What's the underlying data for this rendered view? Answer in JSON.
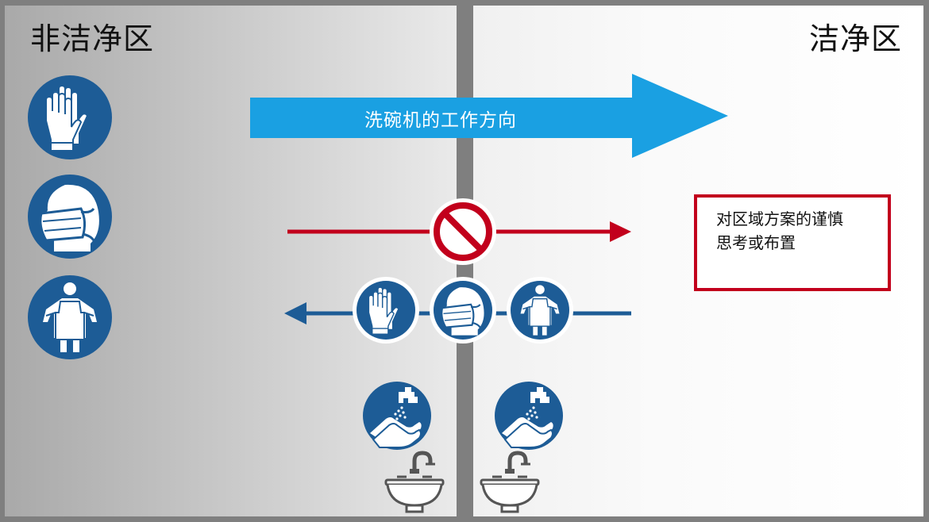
{
  "zones": {
    "unclean_label": "非洁净区",
    "clean_label": "洁净区"
  },
  "flow": {
    "direction_label": "洗碗机的工作方向"
  },
  "note": {
    "line1": "对区域方案的谨慎",
    "line2": "思考或布置"
  },
  "icons": {
    "left_column": [
      "gloves-icon",
      "face-mask-icon",
      "apron-icon"
    ],
    "return_row": [
      "gloves-icon",
      "face-mask-icon",
      "apron-icon"
    ],
    "hand_wash": [
      "hand-wash-icon",
      "hand-wash-icon"
    ],
    "sinks": [
      "sink-icon",
      "sink-icon"
    ],
    "prohibited": "prohibition-icon"
  },
  "colors": {
    "mandatory_blue": "#1d5c96",
    "direction_arrow": "#1aa0e2",
    "forbidden_red": "#c2001c",
    "return_arrow": "#1d5c96"
  }
}
